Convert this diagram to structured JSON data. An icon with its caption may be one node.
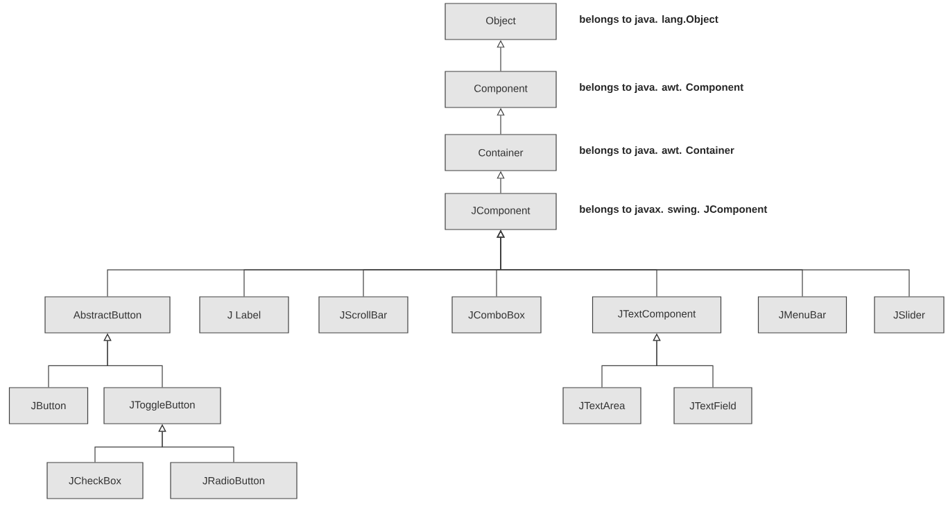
{
  "diagram": {
    "nodes": [
      {
        "text": [
          "Object"
        ],
        "beside": [
          "belongs to java. lang.Object"
        ]
      },
      {
        "text": [
          "Component"
        ],
        "beside": [
          "belongs to java. awt. Component"
        ]
      },
      {
        "text": [
          "Container"
        ],
        "beside": [
          "belongs to java. awt. Container"
        ]
      },
      {
        "text": [
          "JComponent"
        ],
        "beside": [
          "belongs to javax. swing. JComponent"
        ]
      },
      {
        "text": [
          "AbstractButton"
        ]
      },
      {
        "text": [
          "J Label"
        ]
      },
      {
        "text": [
          "JScrollBar"
        ]
      },
      {
        "text": [
          "JComboBox"
        ]
      },
      {
        "text": [
          "JTextComponent"
        ]
      },
      {
        "text": [
          "JMenuBar"
        ]
      },
      {
        "text": [
          "JSlider"
        ]
      },
      {
        "text": [
          "JButton"
        ]
      },
      {
        "text": [
          "JToggleButton"
        ]
      },
      {
        "text": [
          "JCheckBox"
        ]
      },
      {
        "text": [
          "JRadioButton"
        ]
      },
      {
        "text": [
          "JTextArea"
        ]
      },
      {
        "text": [
          "JTextField"
        ]
      }
    ],
    "edges": [
      {
        "from": 1,
        "to": 0,
        "arrow": "to"
      },
      {
        "from": 2,
        "to": 1,
        "arrow": "to"
      },
      {
        "from": 3,
        "to": 2,
        "arrow": "to"
      },
      {
        "from": 4,
        "to": 3,
        "arrow": "to"
      },
      {
        "from": 5,
        "to": 3,
        "arrow": "to"
      },
      {
        "from": 6,
        "to": 3,
        "arrow": "to"
      },
      {
        "from": 7,
        "to": 3,
        "arrow": "to"
      },
      {
        "from": 8,
        "to": 3,
        "arrow": "to"
      },
      {
        "from": 9,
        "to": 3,
        "arrow": "to"
      },
      {
        "from": 10,
        "to": 3,
        "arrow": "to"
      },
      {
        "from": 11,
        "to": 4,
        "arrow": "to"
      },
      {
        "from": 12,
        "to": 4,
        "arrow": "to"
      },
      {
        "from": 13,
        "to": 12,
        "arrow": "to"
      },
      {
        "from": 14,
        "to": 12,
        "arrow": "to"
      },
      {
        "from": 15,
        "to": 8,
        "arrow": "to"
      },
      {
        "from": 16,
        "to": 8,
        "arrow": "to"
      }
    ]
  }
}
